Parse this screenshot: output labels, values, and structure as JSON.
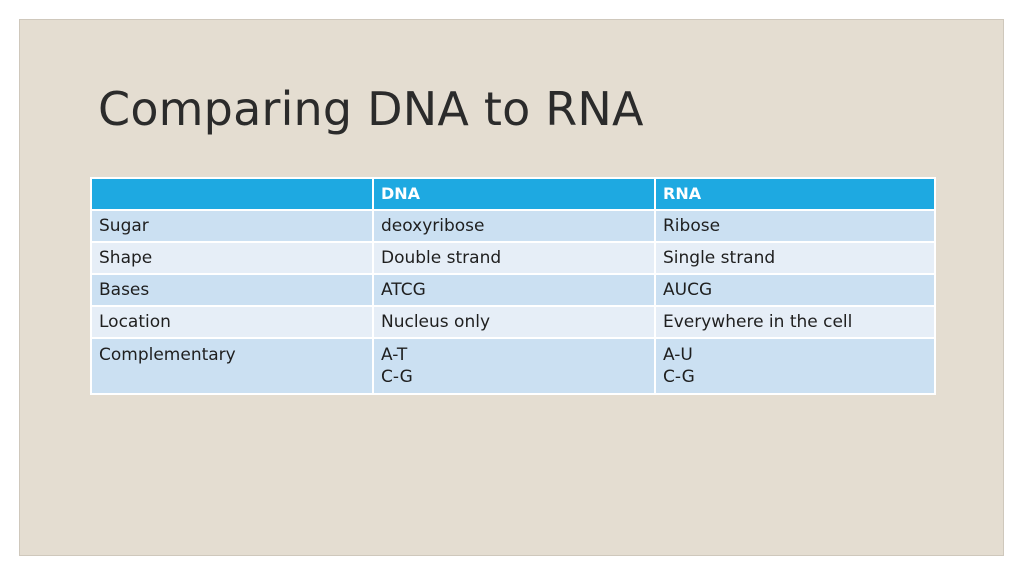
{
  "slide": {
    "title": "Comparing DNA to RNA"
  },
  "table": {
    "headers": [
      "",
      "DNA",
      "RNA"
    ],
    "rows": [
      {
        "label": "Sugar",
        "dna": [
          "deoxyribose"
        ],
        "rna": [
          "Ribose"
        ]
      },
      {
        "label": "Shape",
        "dna": [
          "Double strand"
        ],
        "rna": [
          "Single strand"
        ]
      },
      {
        "label": "Bases",
        "dna": [
          "ATCG"
        ],
        "rna": [
          "AUCG"
        ]
      },
      {
        "label": "Location",
        "dna": [
          "Nucleus only"
        ],
        "rna": [
          "Everywhere in the cell"
        ]
      },
      {
        "label": "Complementary",
        "dna": [
          "A-T",
          "C-G"
        ],
        "rna": [
          "A-U",
          "C-G"
        ]
      }
    ]
  },
  "colors": {
    "background": "#e4ddd1",
    "header": "#1ea9e1",
    "row_dark": "#cbe0f2",
    "row_light": "#e6eef7"
  }
}
